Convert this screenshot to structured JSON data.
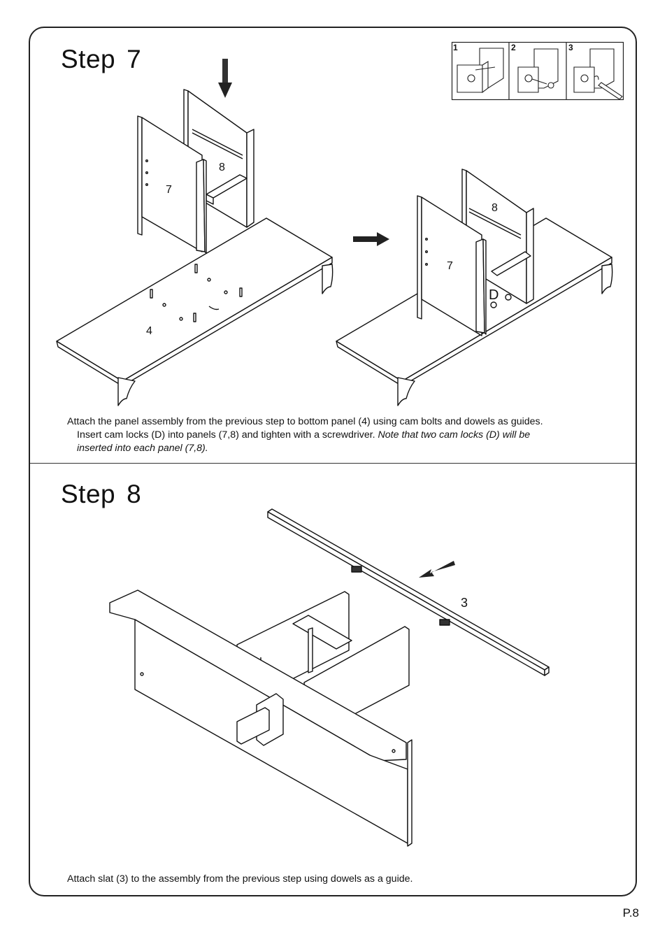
{
  "step7": {
    "word": "Step",
    "number": "7",
    "caption_line1": "Attach the panel assembly from the previous step to bottom panel (4) using cam bolts and dowels as guides.",
    "caption_line2a": "Insert cam locks (D) into panels (7,8) and tighten with a screwdriver. ",
    "caption_line2b": "Note that two cam locks (D) will be",
    "caption_line3": "inserted into each panel (7,8).",
    "labels": {
      "panel_8": "8",
      "panel_7": "7",
      "panel_4": "4",
      "panel_8b": "8",
      "panel_7b": "7",
      "camlock": "D"
    },
    "inset": [
      "1",
      "2",
      "3"
    ]
  },
  "step8": {
    "word": "Step",
    "number": "8",
    "caption": "Attach slat (3) to the assembly from the previous step using dowels as a guide.",
    "labels": {
      "slat": "3"
    }
  },
  "page_number": "P.8"
}
